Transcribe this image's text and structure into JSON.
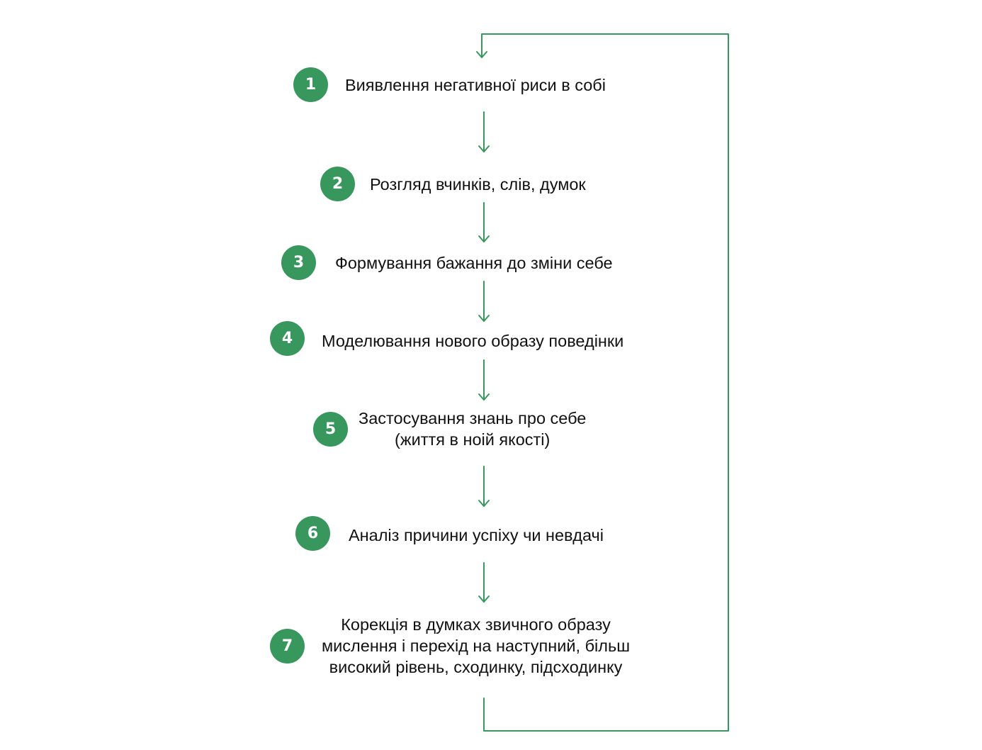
{
  "diagram": {
    "accent_color": "#38975c",
    "steps": [
      {
        "number": "1",
        "lines": [
          "Виявлення негативної риси в собі"
        ]
      },
      {
        "number": "2",
        "lines": [
          "Розгляд вчинків, слів, думок"
        ]
      },
      {
        "number": "3",
        "lines": [
          "Формування бажання до зміни себе"
        ]
      },
      {
        "number": "4",
        "lines": [
          "Моделювання нового образу поведінки"
        ]
      },
      {
        "number": "5",
        "lines": [
          "Застосування знань про себе",
          "(життя в ноій якості)"
        ]
      },
      {
        "number": "6",
        "lines": [
          "Аналіз причини успіху чи невдачі"
        ]
      },
      {
        "number": "7",
        "lines": [
          "Корекція в думках звичного образу",
          "мислення і перехід на наступний, більш",
          "високий рівень, сходинку, підсходинку"
        ]
      }
    ]
  }
}
